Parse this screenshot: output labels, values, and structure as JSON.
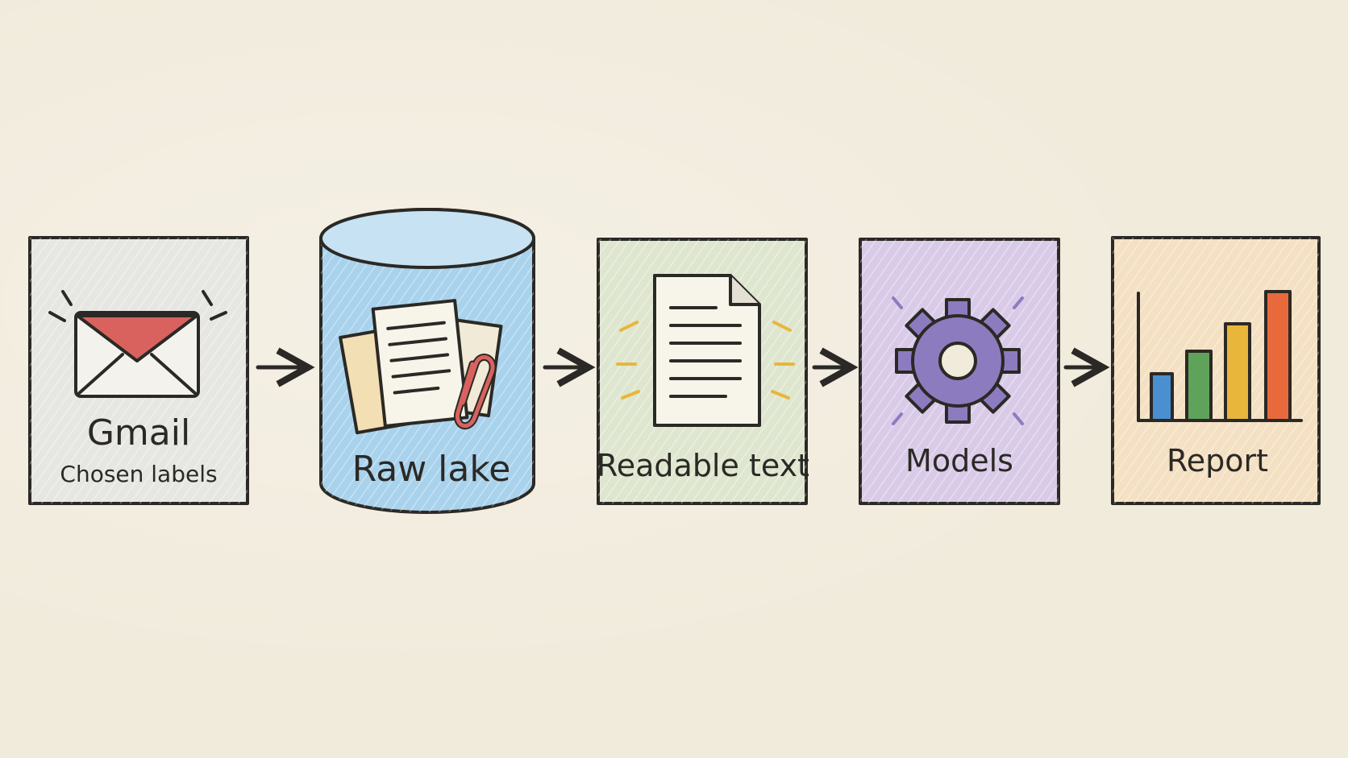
{
  "nodes": [
    {
      "id": "gmail",
      "title": "Gmail",
      "subtitle": "Chosen labels",
      "icon": "envelope-icon",
      "fill": "#e6e6e2",
      "accent": "#d9625f"
    },
    {
      "id": "raw_lake",
      "title": "Raw lake",
      "icon": "documents-paperclip-icon",
      "fill": "#a9d2ec",
      "accent": "#d9625f"
    },
    {
      "id": "readable_text",
      "title": "Readable text",
      "icon": "text-document-icon",
      "fill": "#dfe6cf",
      "accent": "#e8b63a"
    },
    {
      "id": "models",
      "title": "Models",
      "icon": "gear-icon",
      "fill": "#d9cbe8",
      "accent": "#8d7bc0"
    },
    {
      "id": "report",
      "title": "Report",
      "icon": "bar-chart-icon",
      "fill": "#f4e0c2",
      "bars": [
        "#4a8fcf",
        "#5fa35a",
        "#e8b63a",
        "#e86a3c"
      ]
    }
  ],
  "edges": [
    {
      "from": "gmail",
      "to": "raw_lake"
    },
    {
      "from": "raw_lake",
      "to": "readable_text"
    },
    {
      "from": "readable_text",
      "to": "models"
    },
    {
      "from": "models",
      "to": "report"
    }
  ]
}
